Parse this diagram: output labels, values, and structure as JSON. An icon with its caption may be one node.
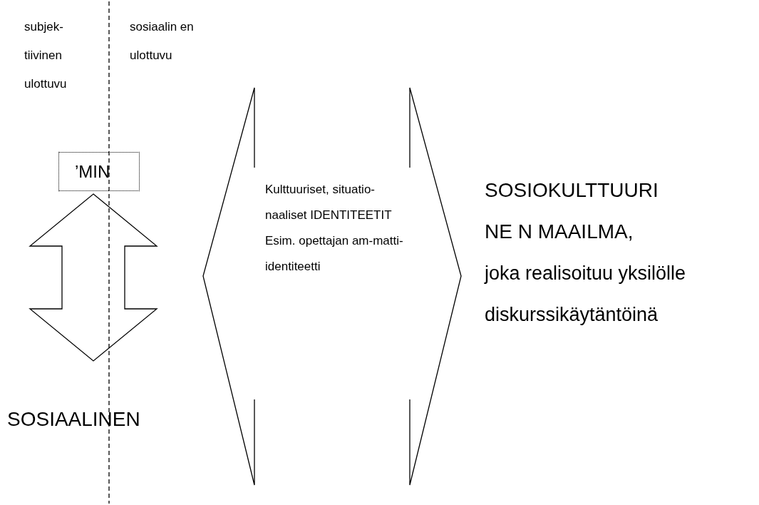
{
  "diagram": {
    "nodes": [
      {
        "text": [
          "’MIN"
        ]
      },
      {
        "text": [
          "SOSIAALINEN"
        ]
      },
      {
        "text": [
          "Kulttuuriset, situatio-naaliset IDENTITEETIT",
          "Esim. opettajan am-matti-identiteetti"
        ]
      },
      {
        "text": [
          "SOSIOKULTTUURINE N MAAILMA,",
          "joka realisoituu yksilölle diskurssikäytäntöinä"
        ]
      }
    ],
    "edges": [
      {
        "from": 0,
        "to": 1,
        "arrow": "both"
      }
    ],
    "labels": [
      "subjek- tiivinen ulottuvu",
      "sosiaalin en ulottuvu"
    ]
  }
}
